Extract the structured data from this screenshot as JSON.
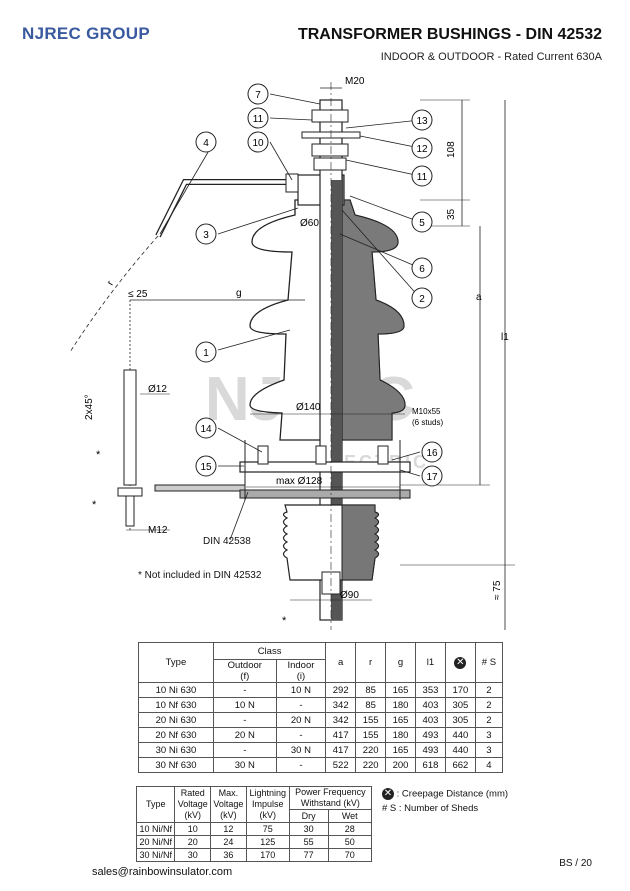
{
  "header": {
    "brand": "NJREC GROUP",
    "title": "TRANSFORMER BUSHINGS - DIN 42532",
    "subtitle": "INDOOR & OUTDOOR  -  Rated Current 630A"
  },
  "drawing": {
    "callouts": [
      "1",
      "2",
      "3",
      "4",
      "5",
      "6",
      "7",
      "10",
      "11",
      "11",
      "12",
      "13",
      "14",
      "15",
      "16",
      "17"
    ],
    "dimensions": {
      "m20": "M20",
      "d108": "108",
      "d35": "35",
      "d60": "Ø60",
      "a": "a",
      "l1": "l1",
      "r": "r",
      "g": "g",
      "d25": "≤ 25",
      "d12": "Ø12",
      "chamfer": "2x45°",
      "m12": "M12",
      "d140": "Ø140",
      "m10": "M10x55",
      "studs": "(6 studs)",
      "maxd128": "max Ø128",
      "d90": "Ø90",
      "d75": "≈ 75",
      "asterisk": "*"
    },
    "watermark_big": "NJREC",
    "watermark_small": "ELECTRIC"
  },
  "din_label": "DIN 42538",
  "footnote": "* Not included in DIN 42532",
  "main_table": {
    "headers": {
      "type": "Type",
      "class": "Class",
      "outdoor": "Outdoor",
      "outdoor_sub": "(f)",
      "indoor": "Indoor",
      "indoor_sub": "(i)",
      "a": "a",
      "r": "r",
      "g": "g",
      "l1": "l1",
      "s": "# S"
    },
    "rows": [
      [
        "10 Ni 630",
        "-",
        "10 N",
        "292",
        "85",
        "165",
        "353",
        "170",
        "2"
      ],
      [
        "10 Nf 630",
        "10 N",
        "-",
        "342",
        "85",
        "180",
        "403",
        "305",
        "2"
      ],
      [
        "20 Ni 630",
        "-",
        "20 N",
        "342",
        "155",
        "165",
        "403",
        "305",
        "2"
      ],
      [
        "20 Nf 630",
        "20 N",
        "-",
        "417",
        "155",
        "180",
        "493",
        "440",
        "3"
      ],
      [
        "30 Ni 630",
        "-",
        "30 N",
        "417",
        "220",
        "165",
        "493",
        "440",
        "3"
      ],
      [
        "30 Nf 630",
        "30 N",
        "-",
        "522",
        "220",
        "200",
        "618",
        "662",
        "4"
      ]
    ]
  },
  "elec_table": {
    "headers": {
      "type": "Type",
      "rated": [
        "Rated",
        "Voltage",
        "(kV)"
      ],
      "max": [
        "Max.",
        "Voltage",
        "(kV)"
      ],
      "lightning": [
        "Lightning",
        "Impulse",
        "(kV)"
      ],
      "pf": [
        "Power Frequency",
        "Withstand (kV)"
      ],
      "dry": "Dry",
      "wet": "Wet"
    },
    "rows": [
      [
        "10 Ni/Nf",
        "10",
        "12",
        "75",
        "30",
        "28"
      ],
      [
        "20 Ni/Nf",
        "20",
        "24",
        "125",
        "55",
        "50"
      ],
      [
        "30 Ni/Nf",
        "30",
        "36",
        "170",
        "77",
        "70"
      ]
    ]
  },
  "legend": {
    "creepage": ": Creepage Distance (mm)",
    "sheds": "# S :  Number of Sheds",
    "creepage_icon": "creepage-icon"
  },
  "footer": {
    "email": "sales@rainbowinsulator.com",
    "page": "BS / 20"
  }
}
